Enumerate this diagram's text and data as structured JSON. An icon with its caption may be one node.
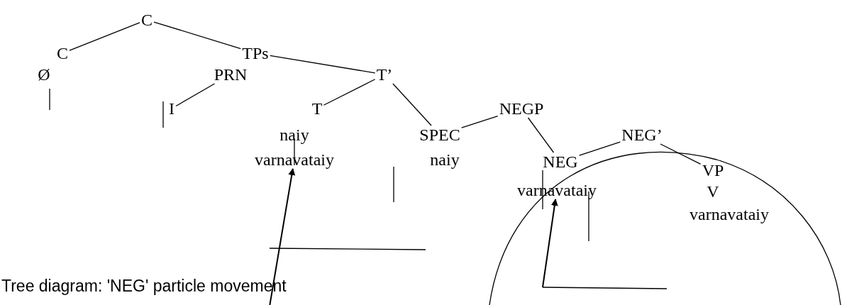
{
  "diagram": {
    "caption": "Tree diagram: 'NEG' particle movement",
    "nodes": [
      {
        "text": [
          "C"
        ]
      },
      {
        "text": [
          "C"
        ]
      },
      {
        "text": [
          "TPs"
        ]
      },
      {
        "text": [
          "Ø"
        ]
      },
      {
        "text": [
          "PRN"
        ]
      },
      {
        "text": [
          "T’"
        ]
      },
      {
        "text": [
          "I"
        ]
      },
      {
        "text": [
          "T"
        ]
      },
      {
        "text": [
          "NEGP"
        ]
      },
      {
        "text": [
          "naiy"
        ]
      },
      {
        "text": [
          "SPEC"
        ]
      },
      {
        "text": [
          "NEG’"
        ]
      },
      {
        "text": [
          "varnavataiy"
        ]
      },
      {
        "text": [
          "naiy"
        ]
      },
      {
        "text": [
          "NEG"
        ]
      },
      {
        "text": [
          "VP"
        ]
      },
      {
        "text": [
          "varnavataiy"
        ]
      },
      {
        "text": [
          "V"
        ]
      },
      {
        "text": [
          "varnavataiy"
        ]
      }
    ],
    "edges": [
      {
        "from": 0,
        "to": 1,
        "arrow": "none"
      },
      {
        "from": 0,
        "to": 2,
        "arrow": "none"
      },
      {
        "from": 4,
        "to": 6,
        "arrow": "none"
      },
      {
        "from": 2,
        "to": 5,
        "arrow": "none"
      },
      {
        "from": 5,
        "to": 7,
        "arrow": "none"
      },
      {
        "from": 5,
        "to": 10,
        "arrow": "none"
      },
      {
        "from": 8,
        "to": 10,
        "arrow": "none"
      },
      {
        "from": 8,
        "to": 14,
        "arrow": "none"
      },
      {
        "from": 11,
        "to": 15,
        "arrow": "none"
      },
      {
        "from": 11,
        "to": 14,
        "arrow": "none"
      },
      {
        "from": null,
        "to": 12,
        "arrow": "to"
      },
      {
        "from": null,
        "to": 16,
        "arrow": "to"
      }
    ]
  }
}
